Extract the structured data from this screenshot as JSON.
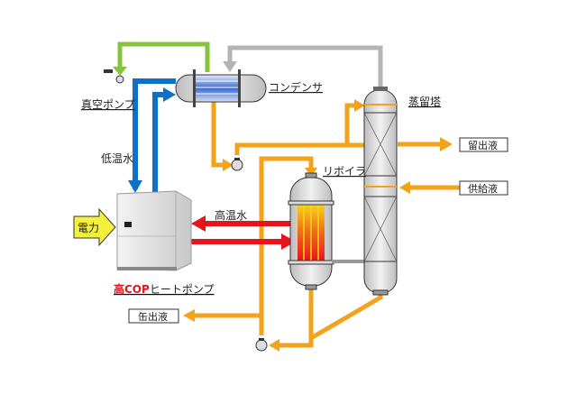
{
  "title": "高COPヒートポンプ 蒸留プロセス図",
  "labels": {
    "vacuum_pump": "真空ポンプ",
    "condenser": "コンデンサ",
    "distillation_tower": "蒸留塔",
    "reboiler": "リボイラ",
    "low_temp_water": "低温水",
    "high_temp_water": "高温水",
    "electric_power": "電力",
    "heat_pump_prefix": "高COP",
    "heat_pump_suffix": "ヒートポンプ",
    "distillate": "留出液",
    "feed_liquid": "供給液",
    "bottoms": "缶出液"
  },
  "colors": {
    "orange": "#f5a21b",
    "blue": "#1070c8",
    "green": "#86c440",
    "gray": "#b4b4b4",
    "red": "#e8141b",
    "power_yellow": "#f4f03c"
  }
}
